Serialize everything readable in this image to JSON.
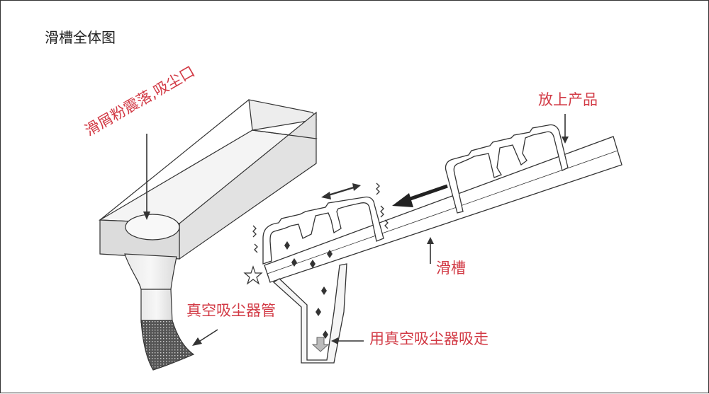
{
  "title": "滑槽全体图",
  "labels": {
    "chute_top": "滑屑粉震落,吸尘口",
    "vacuum_pipe": "真空吸尘器管",
    "place_product": "放上产品",
    "chute": "滑槽",
    "vacuum_suck": "用真空吸尘器吸走"
  },
  "colors": {
    "label_red": "#d23a45",
    "outline": "#333333",
    "gray_fill": "#e6e6e6",
    "mesh": "#444444"
  }
}
